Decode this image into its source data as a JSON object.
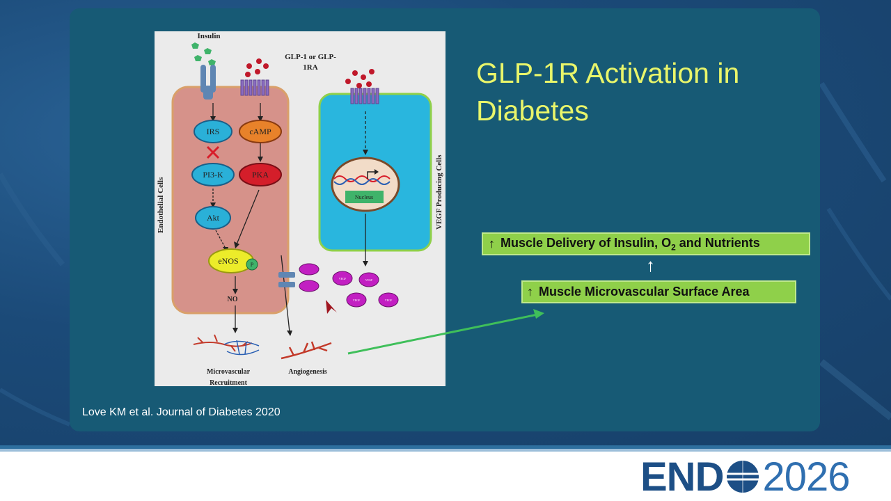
{
  "slide": {
    "title": "GLP-1R Activation in Diabetes",
    "box_top": {
      "arrow": "↑",
      "text_before": "Muscle Delivery of Insulin, O",
      "subscript": "2",
      "text_after": " and Nutrients"
    },
    "box_bottom": {
      "arrow": "↑",
      "text": "Muscle Microvascular Surface Area"
    },
    "between_arrow": "↑",
    "citation": "Love KM et al. Journal of Diabetes 2020"
  },
  "figure": {
    "insulin": "Insulin",
    "glp_line1": "GLP-1 or GLP-",
    "glp_line2": "1RA",
    "irs": "IRS",
    "pi3k": "PI3-K",
    "akt": "Akt",
    "camp": "cAMP",
    "pka": "PKA",
    "enos": "eNOS",
    "p": "P",
    "no": "NO",
    "nucleus": "Nucleus",
    "endothelial": "Endothelial Cells",
    "vegf_cells": "VEGF Producing Cells",
    "vegf": "VEGF",
    "micro1": "Microvascular",
    "micro2": "Recruitment",
    "angio": "Angiogenesis"
  },
  "logo": {
    "brand": "END",
    "year": "2026"
  },
  "colors": {
    "title": "#e9f56a",
    "box": "#8fd04a",
    "panel": "#175a75",
    "brand": "#1d4f86"
  }
}
